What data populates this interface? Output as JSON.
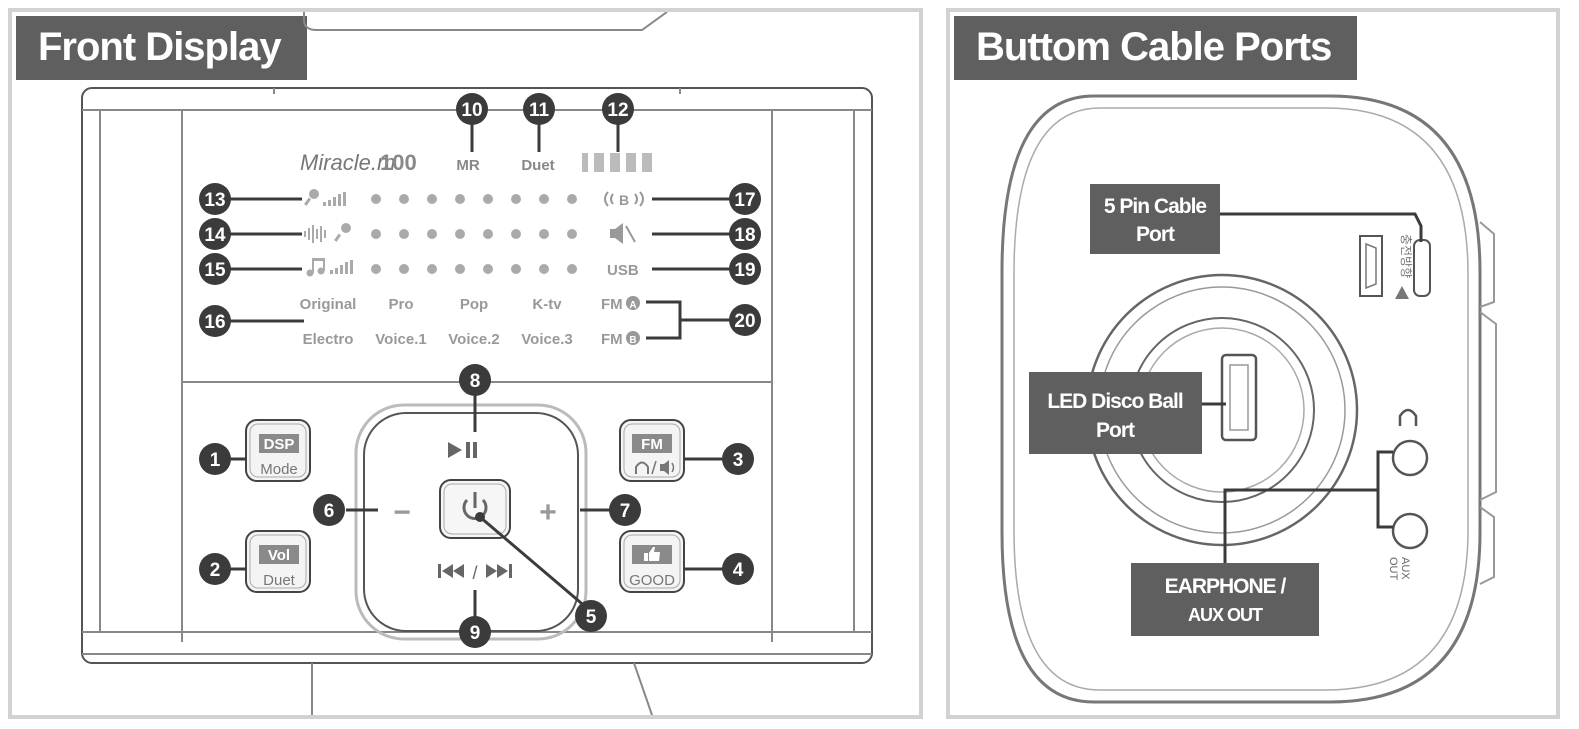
{
  "front_display": {
    "title": "Front Display",
    "brand": {
      "script": "Miracle.m",
      "model": "100"
    },
    "indicators": {
      "mr": "MR",
      "duet": "Duet",
      "usb": "USB",
      "fm_a": "FM",
      "fm_b": "FM",
      "fm_a_badge": "A",
      "fm_b_badge": "B",
      "bluetooth": "B"
    },
    "mode_labels": {
      "row1": [
        "Original",
        "Pro",
        "Pop",
        "K-tv"
      ],
      "row2": [
        "Electro",
        "Voice.1",
        "Voice.2",
        "Voice.3"
      ]
    },
    "buttons": {
      "dsp_top": "DSP",
      "dsp_bottom": "Mode",
      "vol_top": "Vol",
      "vol_bottom": "Duet",
      "fm_top": "FM",
      "good_bottom": "GOOD",
      "minus": "−",
      "plus": "+",
      "slash": "/"
    },
    "callouts": [
      "1",
      "2",
      "3",
      "4",
      "5",
      "6",
      "7",
      "8",
      "9",
      "10",
      "11",
      "12",
      "13",
      "14",
      "15",
      "16",
      "17",
      "18",
      "19",
      "20"
    ]
  },
  "cable_ports": {
    "title": "Buttom Cable Ports",
    "labels": {
      "five_pin_line1": "5 Pin Cable",
      "five_pin_line2": "Port",
      "led_line1": "LED Disco Ball",
      "led_line2": "Port",
      "earphone_line1": "EARPHONE /",
      "earphone_line2": "AUX OUT"
    },
    "port_texts": {
      "korean_charge": "충전방향",
      "aux_line1": "AUX",
      "aux_line2": "OUT"
    }
  },
  "colors": {
    "title_bg": "#5f5f5f",
    "callout": "#3b3b3b",
    "line": "#4a4a4a",
    "label_gray": "#8a8a8a"
  }
}
